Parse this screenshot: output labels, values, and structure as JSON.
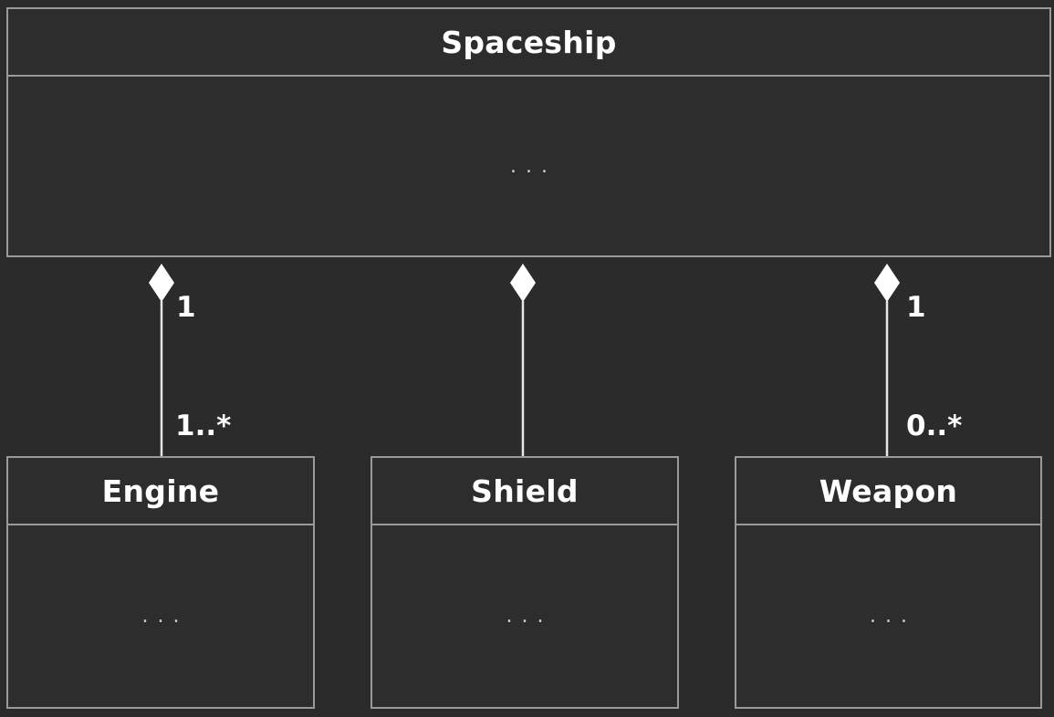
{
  "classes": {
    "spaceship": {
      "name": "Spaceship",
      "body": "..."
    },
    "engine": {
      "name": "Engine",
      "body": "..."
    },
    "shield": {
      "name": "Shield",
      "body": "..."
    },
    "weapon": {
      "name": "Weapon",
      "body": "..."
    }
  },
  "relations": {
    "engine": {
      "type": "composition",
      "whole_multiplicity": "1",
      "part_multiplicity": "1..*"
    },
    "shield": {
      "type": "composition"
    },
    "weapon": {
      "type": "composition",
      "whole_multiplicity": "1",
      "part_multiplicity": "0..*"
    }
  },
  "colors": {
    "background": "#2b2b2b",
    "border": "#9a9a9a",
    "text": "#ffffff",
    "connector": "#e6e6e6"
  }
}
